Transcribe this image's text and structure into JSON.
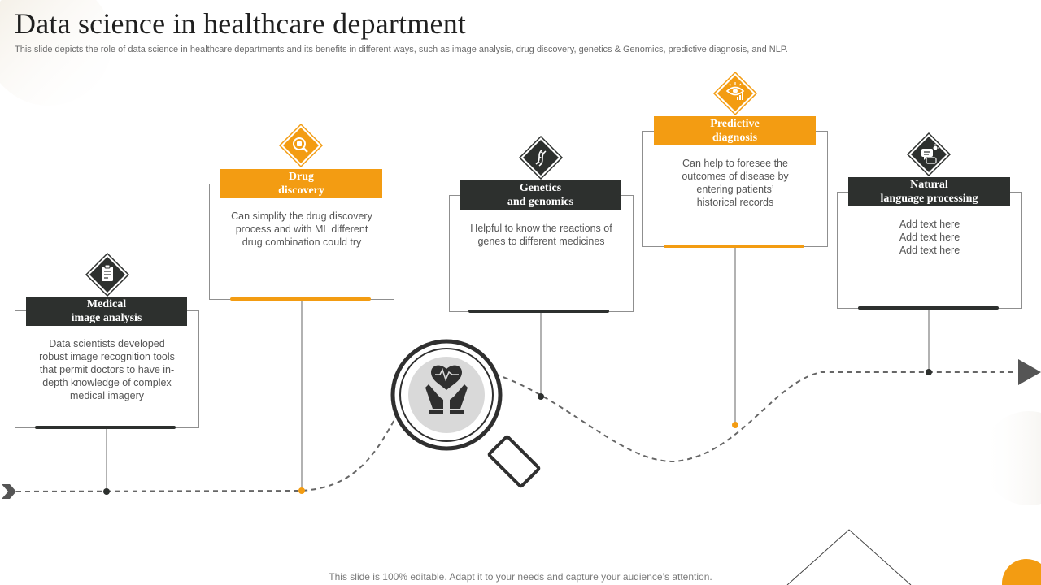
{
  "title": "Data science in healthcare department",
  "subtitle": "This slide depicts the role of data science in healthcare departments and its benefits in different ways, such as image analysis, drug discovery, genetics & Genomics, predictive diagnosis, and NLP.",
  "footer": "This slide is 100% editable. Adapt it to your needs and capture your audience’s attention.",
  "colors": {
    "accent": "#f39c12",
    "dark": "#2d302e",
    "line": "#666666"
  },
  "center_icon": "heart-in-hands-magnifier-icon",
  "steps": [
    {
      "label": "Medical\nimage analysis",
      "text": "Data scientists developed\nrobust image recognition tools\nthat permit doctors to have in-\ndepth knowledge of complex\nmedical imagery",
      "theme": "dark",
      "icon": "clipboard-report-icon"
    },
    {
      "label": "Drug\ndiscovery",
      "text": "Can simplify the drug discovery\nprocess and with ML different\ndrug combination could try",
      "theme": "orange",
      "icon": "pill-search-icon"
    },
    {
      "label": "Genetics\nand genomics",
      "text": "Helpful to know the reactions of\ngenes to different  medicines",
      "theme": "dark",
      "icon": "dna-syringe-icon"
    },
    {
      "label": "Predictive\ndiagnosis",
      "text": "Can help to foresee the\noutcomes of disease by\nentering patients’\nhistorical records",
      "theme": "orange",
      "icon": "eye-chart-icon"
    },
    {
      "label": "Natural\nlanguage processing",
      "text": "Add text here\nAdd text here\nAdd text here",
      "theme": "dark",
      "icon": "chat-ai-icon"
    }
  ]
}
